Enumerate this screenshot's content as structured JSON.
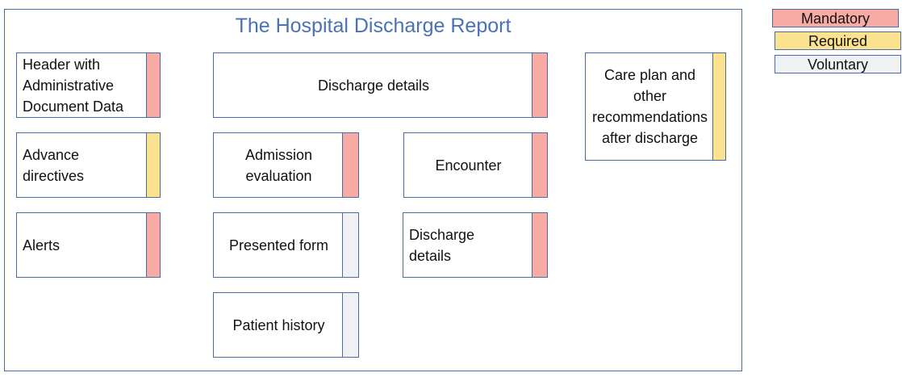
{
  "title": "The Hospital Discharge Report",
  "colors": {
    "mandatory": "#f8aaa4",
    "required": "#fbe28f",
    "voluntary": "#f0f1f3",
    "border": "#4a6aa8",
    "title": "#4a72b8"
  },
  "legend": {
    "mandatory": "Mandatory",
    "required": "Required",
    "voluntary": "Voluntary"
  },
  "sections": {
    "header": {
      "label": "Header with Administrative Document Data",
      "status": "mandatory"
    },
    "advance_directives": {
      "label": "Advance directives",
      "status": "required"
    },
    "alerts": {
      "label": "Alerts",
      "status": "mandatory"
    },
    "discharge_details_main": {
      "label": "Discharge details",
      "status": "mandatory"
    },
    "admission_evaluation": {
      "label": "Admission evaluation",
      "status": "mandatory"
    },
    "presented_form": {
      "label": "Presented form",
      "status": "voluntary"
    },
    "patient_history": {
      "label": "Patient history",
      "status": "voluntary"
    },
    "encounter": {
      "label": "Encounter",
      "status": "mandatory"
    },
    "discharge_details_secondary": {
      "label": "Discharge details",
      "status": "mandatory"
    },
    "care_plan": {
      "label": "Care plan and other recommendations after discharge",
      "status": "required"
    }
  }
}
